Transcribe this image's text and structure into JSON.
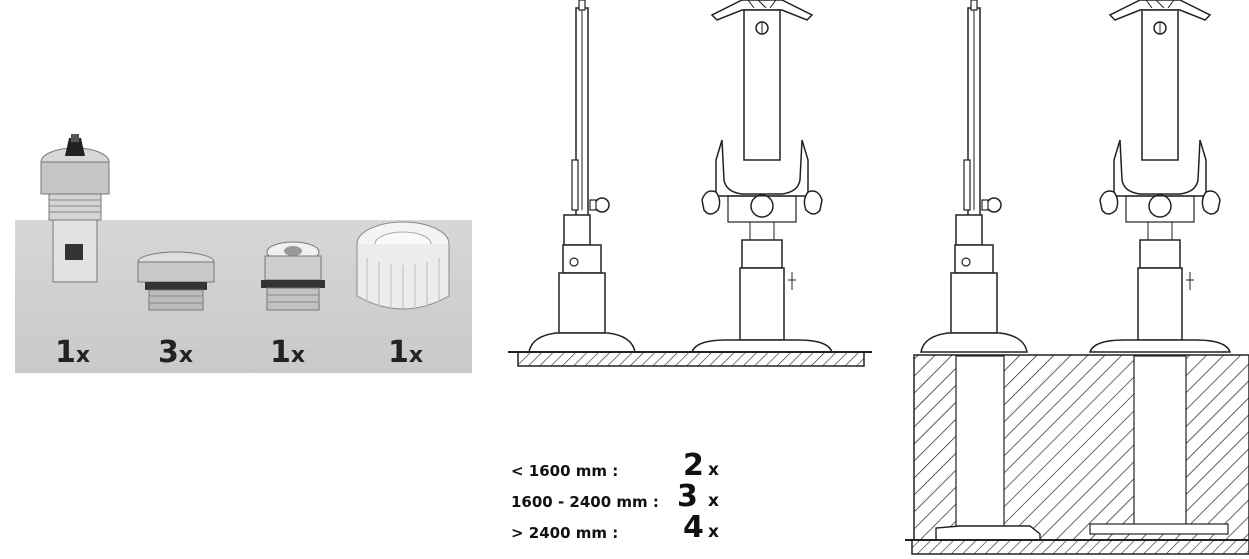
{
  "accessories": [
    {
      "name": "thermostatic-valve-insert-icon",
      "quantity": "1",
      "unit": "x"
    },
    {
      "name": "blind-plug-icon",
      "quantity": "3",
      "unit": "x"
    },
    {
      "name": "air-vent-plug-icon",
      "quantity": "1",
      "unit": "x"
    },
    {
      "name": "protective-cap-icon",
      "quantity": "1",
      "unit": "x"
    }
  ],
  "legend": [
    {
      "range": "< 1600 mm :",
      "count": "2",
      "unit": "x"
    },
    {
      "range": "1600 - 2400 mm :",
      "count": "3",
      "unit": "x"
    },
    {
      "range": "> 2400 mm :",
      "count": "4",
      "unit": "x"
    }
  ],
  "colors": {
    "panel": "#cfcfcf",
    "line": "#222222",
    "metal": "#b8b8b8"
  }
}
